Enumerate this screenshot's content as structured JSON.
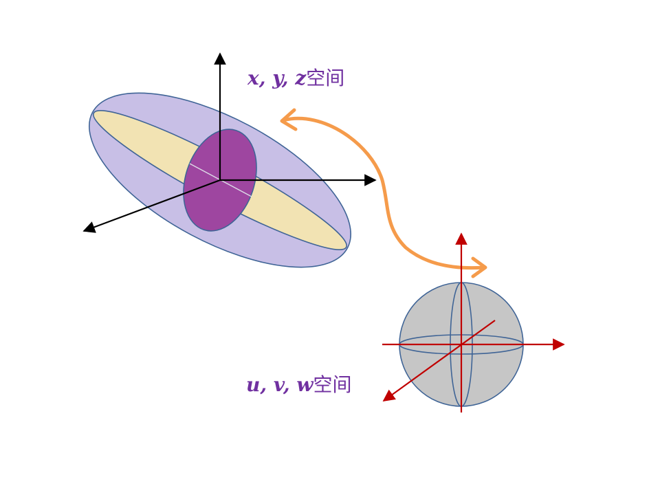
{
  "labels": {
    "xyz_vars": "x, y, z",
    "xyz_suffix": "空间",
    "uvw_vars": "u, v, w",
    "uvw_suffix": "空间"
  },
  "colors": {
    "label_text": "#7030a0",
    "ellipsoid_fill": "#c8bfe6",
    "ellipsoid_stroke": "#3f6496",
    "equator_band_fill": "#f2e3b3",
    "cross_section_fill": "#9e46a0",
    "sphere_fill": "#c6c6c6",
    "sphere_stroke": "#3f6496",
    "xyz_axes": "#000000",
    "uvw_axes": "#c00000",
    "mapping_arrow": "#f59b4b"
  },
  "icons": {
    "mapping": "double-headed-curved-arrow"
  }
}
